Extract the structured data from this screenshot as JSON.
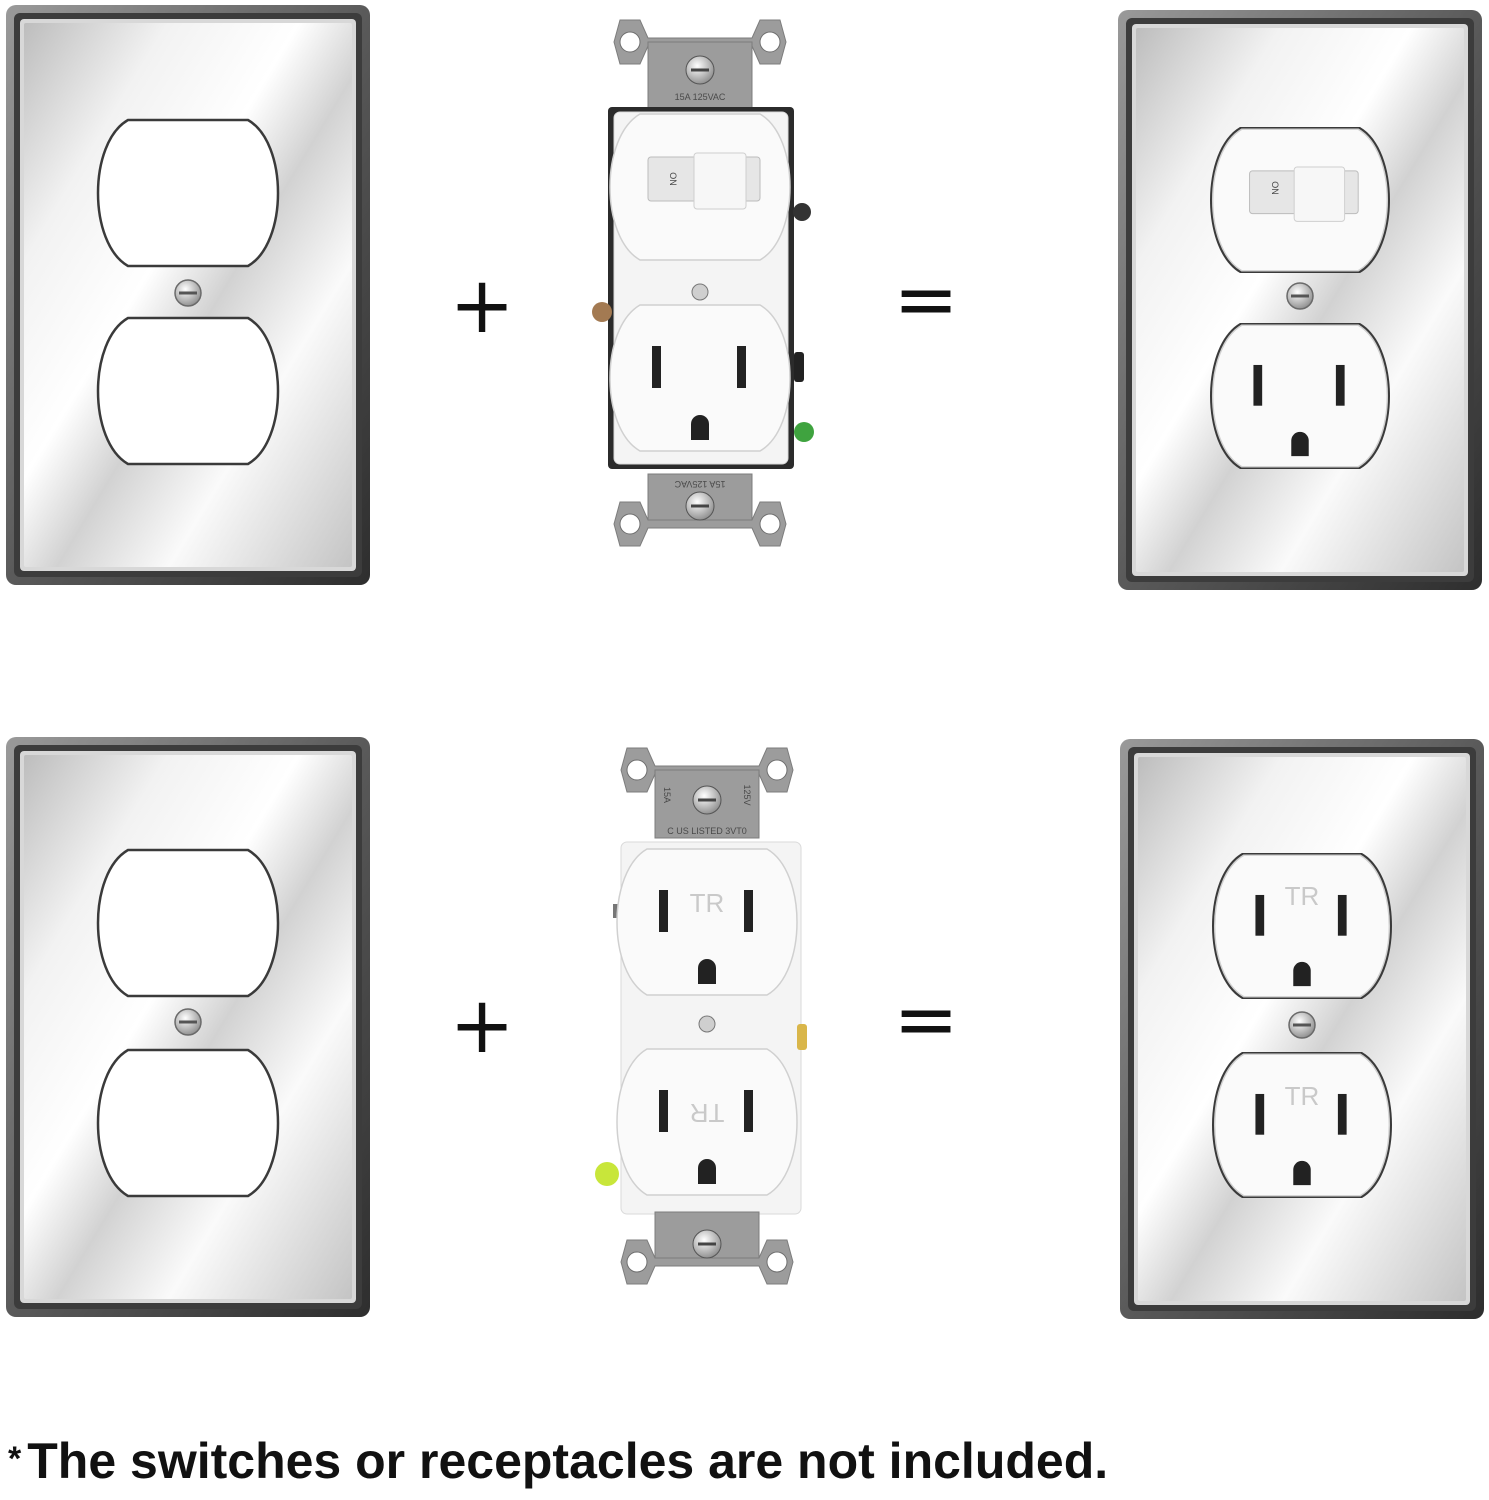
{
  "operators": {
    "plus": "+",
    "equals": "="
  },
  "switch_outlet": {
    "top_rating": "15A  125VAC",
    "bottom_rating": "15A  125VAC",
    "toggle_label": "ON"
  },
  "duplex_receptacle": {
    "left_rating": "15A",
    "right_rating": "125V",
    "listing": "C US LISTED 3VT0",
    "tr_mark": "TR"
  },
  "footnote": {
    "asterisk": "*",
    "text": "The switches or receptacles are not included."
  },
  "colors": {
    "chrome_light": "#ffffff",
    "chrome_mid": "#cfcfcf",
    "chrome_dark": "#4c4c4c",
    "device_white": "#fafafa",
    "strap_gray": "#9a9a9a",
    "ground_green": "#3fa33f"
  },
  "icons": [
    "duplex-wall-plate-icon",
    "switch-outlet-combo-device-icon",
    "duplex-receptacle-device-icon",
    "plus-icon",
    "equals-icon"
  ]
}
